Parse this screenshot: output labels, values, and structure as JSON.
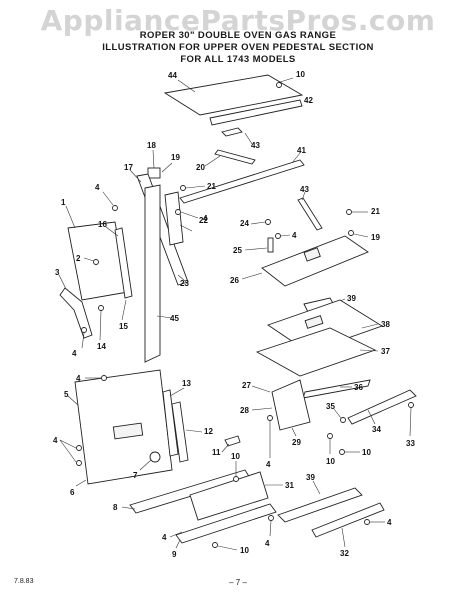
{
  "watermark": "AppliancePartsPros.com",
  "title": {
    "line1": "ROPER 30\" DOUBLE OVEN GAS RANGE",
    "line2": "ILLUSTRATION FOR UPPER OVEN PEDESTAL SECTION",
    "line3": "FOR ALL 1743 MODELS"
  },
  "callouts": {
    "c44": "44",
    "c10a": "10",
    "c42": "42",
    "c43a": "43",
    "c20": "20",
    "c18": "18",
    "c19a": "19",
    "c41": "41",
    "c17": "17",
    "c21a": "21",
    "c4a": "4",
    "c1": "1",
    "c16": "16",
    "c22": "22",
    "c4b": "4",
    "c43b": "43",
    "c21b": "21",
    "c24": "24",
    "c4c": "4",
    "c19b": "19",
    "c25": "25",
    "c26": "26",
    "c2": "2",
    "c3": "3",
    "c23": "23",
    "c15": "15",
    "c45": "45",
    "c14": "14",
    "c4d": "4",
    "c39a": "39",
    "c38": "38",
    "c37": "37",
    "c4e": "4",
    "c13": "13",
    "c5": "5",
    "c27": "27",
    "c36": "36",
    "c28": "28",
    "c35": "35",
    "c34": "34",
    "c4f": "4",
    "c12": "12",
    "c29": "29",
    "c10b": "10",
    "c33": "33",
    "c11": "11",
    "c7": "7",
    "c10c": "10",
    "c6": "6",
    "c31": "31",
    "c8": "8",
    "c39b": "39",
    "c4g": "4",
    "c4h": "4",
    "c9": "9",
    "c10d": "10",
    "c32": "32",
    "c4i": "4",
    "c10e": "10",
    "c4j": "4"
  },
  "footer": {
    "code": "7.8.83",
    "page": "– 7 –"
  }
}
